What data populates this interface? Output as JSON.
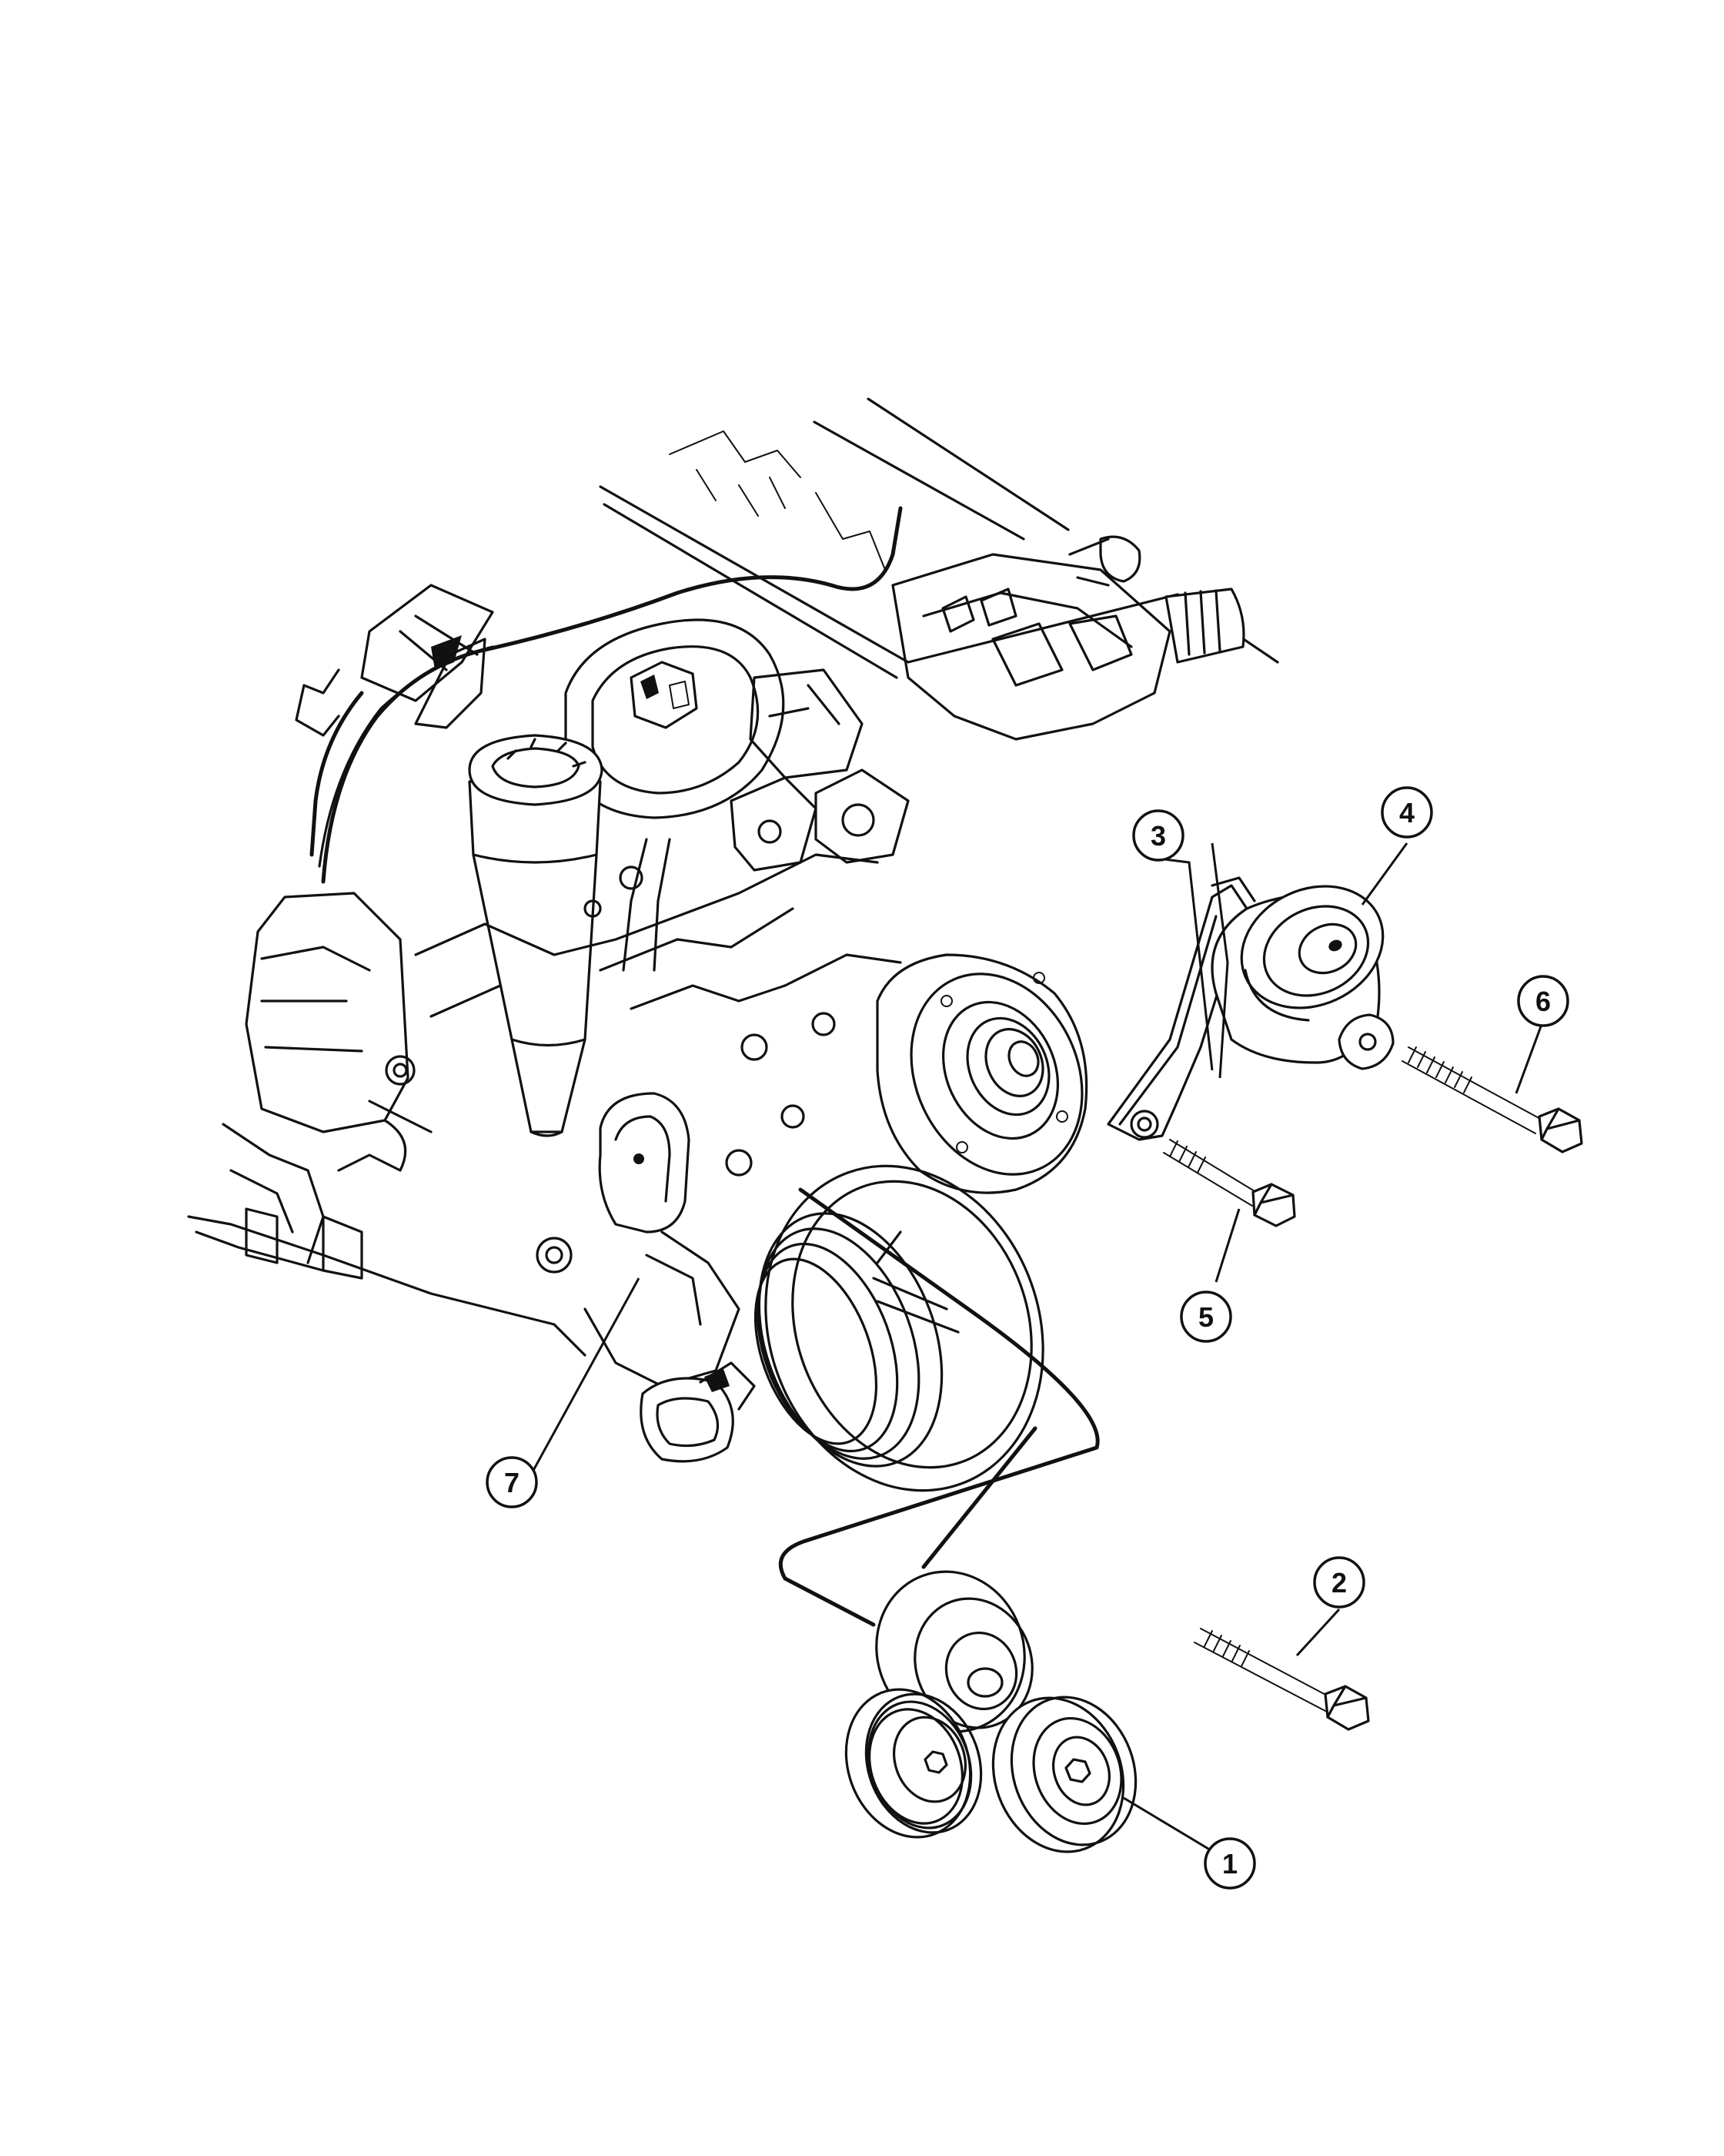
{
  "callouts": [
    {
      "id": "1",
      "label": "1"
    },
    {
      "id": "2",
      "label": "2"
    },
    {
      "id": "3",
      "label": "3"
    },
    {
      "id": "4",
      "label": "4"
    },
    {
      "id": "5",
      "label": "5"
    },
    {
      "id": "6",
      "label": "6"
    },
    {
      "id": "7",
      "label": "7"
    }
  ],
  "icons": [
    "engine-block-illustration",
    "idler-pulley-icon",
    "tensioner-pulley-icon",
    "bolt-icon",
    "bracket-icon",
    "drive-belt-path"
  ],
  "colors": {
    "line": "#111111",
    "background": "#ffffff"
  }
}
